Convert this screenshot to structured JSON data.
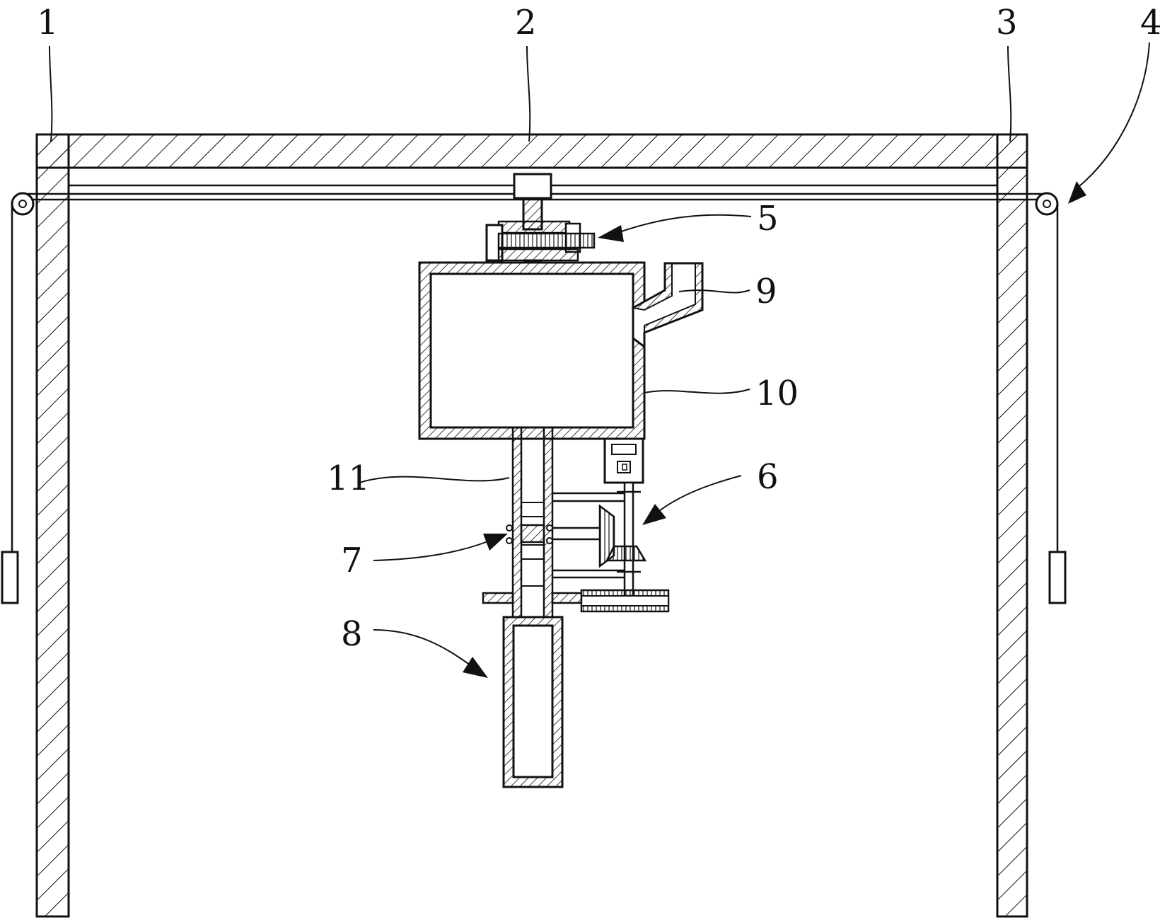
{
  "labels": {
    "l1": "1",
    "l2": "2",
    "l3": "3",
    "l4": "4",
    "l5": "5",
    "l6": "6",
    "l7": "7",
    "l8": "8",
    "l9": "9",
    "l10": "10",
    "l11": "11"
  },
  "colors": {
    "line": "#111111",
    "background": "#ffffff"
  }
}
